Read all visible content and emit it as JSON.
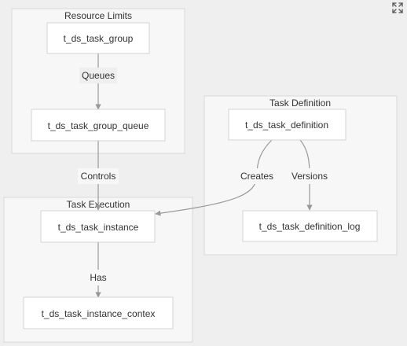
{
  "icons": {
    "expand": "expand-icon"
  },
  "colors": {
    "background": "#efefef",
    "group_fill": "#f7f7f7",
    "group_border": "#dadada",
    "node_fill": "#ffffff",
    "node_border": "#d3d3d3",
    "edge": "#999999",
    "text": "#333333"
  },
  "groups": {
    "resource_limits": "Resource Limits",
    "task_definition": "Task Definition",
    "task_execution": "Task Execution"
  },
  "nodes": {
    "task_group": "t_ds_task_group",
    "task_group_queue": "t_ds_task_group_queue",
    "task_definition": "t_ds_task_definition",
    "task_definition_log": "t_ds_task_definition_log",
    "task_instance": "t_ds_task_instance",
    "task_instance_context": "t_ds_task_instance_contex"
  },
  "edges": {
    "queues": "Queues",
    "controls": "Controls",
    "creates": "Creates",
    "versions": "Versions",
    "has": "Has"
  }
}
